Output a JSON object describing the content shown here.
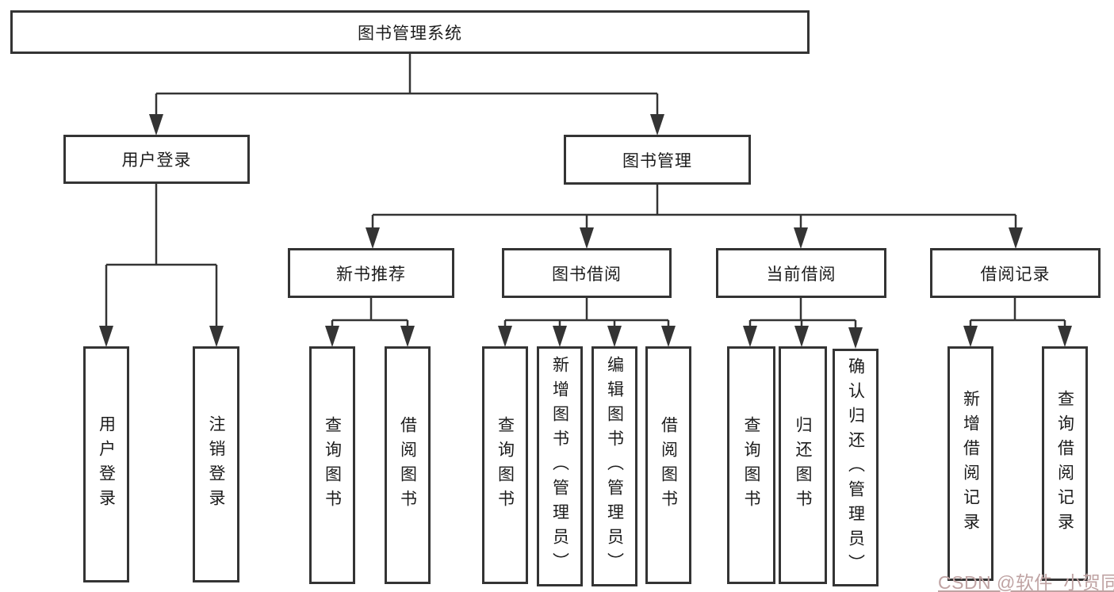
{
  "tree": {
    "root": {
      "label": "图书管理系统"
    },
    "branches": [
      {
        "label": "用户登录",
        "children": [
          {
            "label": "用户登录"
          },
          {
            "label": "注销登录"
          }
        ]
      },
      {
        "label": "图书管理",
        "children": [
          {
            "label": "新书推荐",
            "children": [
              {
                "label": "查询图书"
              },
              {
                "label": "借阅图书"
              }
            ]
          },
          {
            "label": "图书借阅",
            "children": [
              {
                "label": "查询图书"
              },
              {
                "label": "新增图书（管理员）"
              },
              {
                "label": "编辑图书（管理员）"
              },
              {
                "label": "借阅图书"
              }
            ]
          },
          {
            "label": "当前借阅",
            "children": [
              {
                "label": "查询图书"
              },
              {
                "label": "归还图书"
              },
              {
                "label": "确认归还（管理员）"
              }
            ]
          },
          {
            "label": "借阅记录",
            "children": [
              {
                "label": "新增借阅记录"
              },
              {
                "label": "查询借阅记录"
              }
            ]
          }
        ]
      }
    ]
  },
  "watermark": {
    "text": "CSDN @软件_小贺同学"
  },
  "colors": {
    "line": "#343434",
    "text": "#1c1c1c",
    "watermark": "#bfa3a3",
    "background": "#ffffff"
  }
}
